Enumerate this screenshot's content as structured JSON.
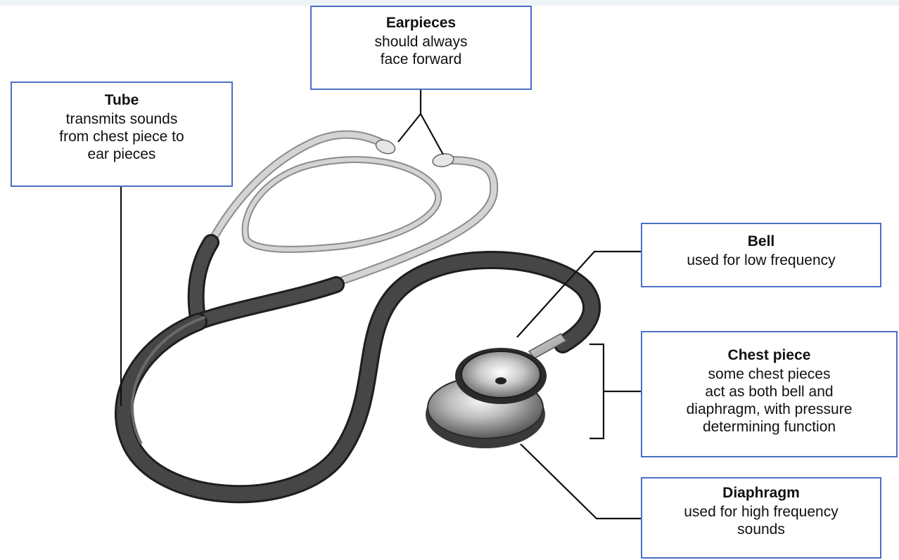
{
  "colors": {
    "box_border": "#4a6fc4",
    "leader_line": "#111111",
    "tubing_dark": "#3a3a3a",
    "tubing_light": "#c4c4c4",
    "chest_piece_metal": "#9a9a9a"
  },
  "labels": {
    "earpieces": {
      "title": "Earpieces",
      "desc": "should always\nface forward"
    },
    "tube": {
      "title": "Tube",
      "desc": "transmits sounds\nfrom chest piece to\near pieces"
    },
    "bell": {
      "title": "Bell",
      "desc": "used for low frequency"
    },
    "chest_piece": {
      "title": "Chest piece",
      "desc": "some chest pieces\nact as both bell and\ndiaphragm, with pressure\ndetermining function"
    },
    "diaphragm": {
      "title": "Diaphragm",
      "desc": "used for high frequency\nsounds"
    }
  }
}
